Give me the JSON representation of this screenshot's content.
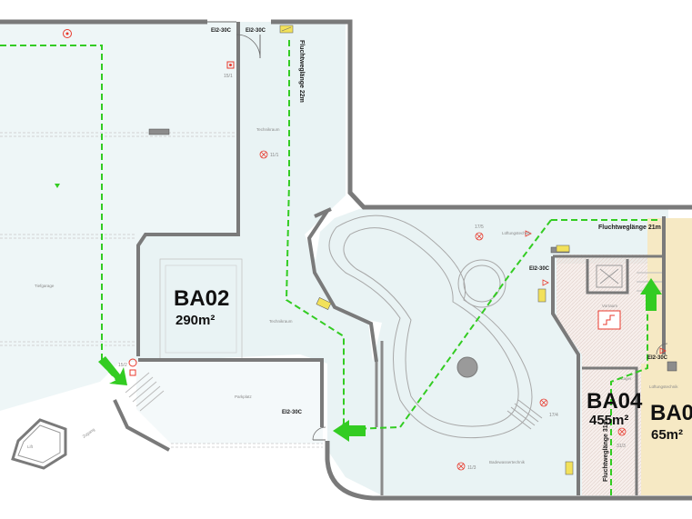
{
  "zones": {
    "ba02": {
      "name": "BA02",
      "area": "290m²"
    },
    "ba04": {
      "name": "BA04",
      "area": "455m²"
    },
    "ba05": {
      "name": "BA0",
      "area": "65m²"
    }
  },
  "escape_routes": {
    "route_22m": "Fluchtweglänge 22m",
    "route_21m": "Fluchtweglänge 21m",
    "route_31m": "Fluchtweglänge 31m"
  },
  "doors": {
    "door_1": "EI2-30C",
    "door_2": "EI2-30C",
    "door_3": "EI2-30C",
    "door_4": "EI2-30C",
    "door_5": "EI2-30C"
  },
  "rooms": {
    "tiefgarage": "Tiefgarage",
    "technikraum_1": "Technikraum",
    "technikraum_2": "Technikraum",
    "parkplatz": "Parkplatz",
    "lueftungstechnik_1": "Lüftungstechnik",
    "lueftungstechnik_2": "Lüftungstechnik",
    "badewassertechnik": "Badewassertechnik",
    "lager": "Lager",
    "vorraum": "Vorraum",
    "lift": "Lift",
    "zugang": "Zugang"
  },
  "detector_labels": {
    "d_15_1": "15/1",
    "d_11_1": "11/1",
    "d_17_5": "17/5",
    "d_17_4": "17/4",
    "d_11_3": "11/3",
    "d_31_3": "31/3",
    "d_15_2": "15/2"
  },
  "colors": {
    "wall": "#8c8c8c",
    "wall_edge": "#4a4a4a",
    "room_fill": "#eef6f7",
    "room_fill_alt": "#e9f3f4",
    "ba04_fill": "#f0e2dc",
    "ba05_fill": "#f6e9c4",
    "escape_green": "#33cc22",
    "symbol_red": "#e8392c"
  }
}
